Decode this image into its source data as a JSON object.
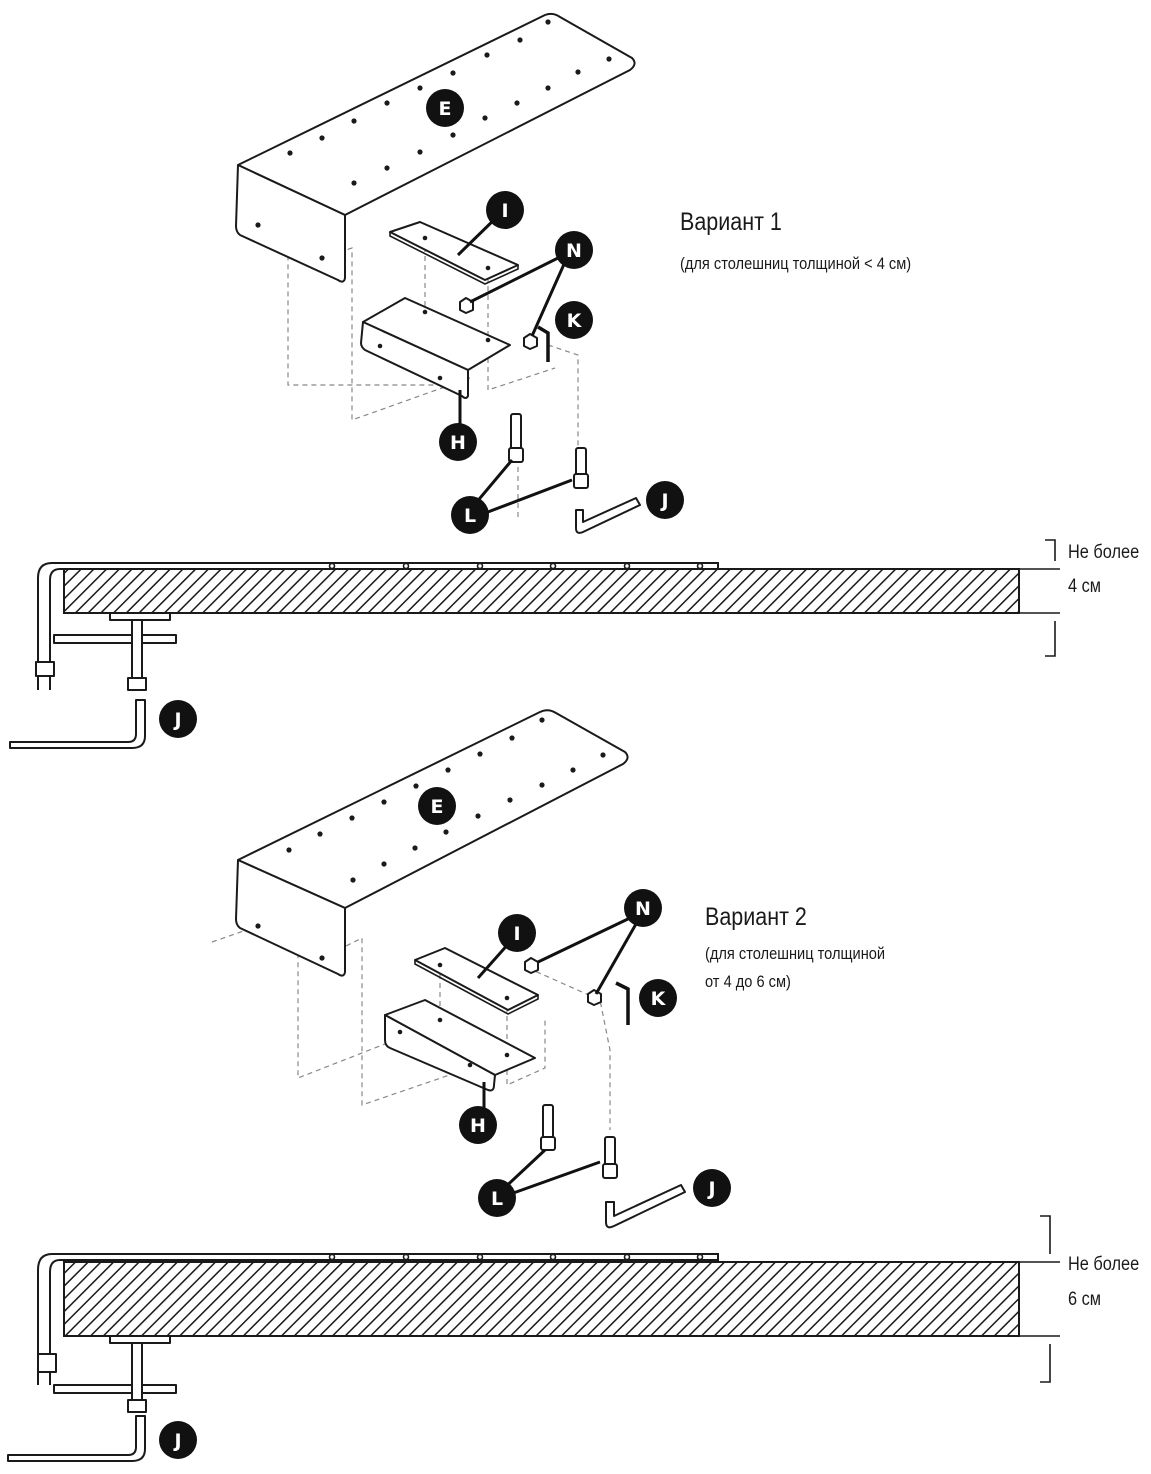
{
  "variant1": {
    "title": "Вариант 1",
    "subtitle": "(для столешниц толщиной < 4 см)",
    "dimension_line1": "Не более",
    "dimension_line2": "4 см"
  },
  "variant2": {
    "title": "Вариант 2",
    "subtitle_line1": "(для столешниц толщиной",
    "subtitle_line2": "от 4 до 6 см)",
    "dimension_line1": "Не более",
    "dimension_line2": "6 см"
  },
  "callouts": {
    "E": "E",
    "I": "I",
    "N": "N",
    "K": "K",
    "H": "H",
    "L": "L",
    "J": "J"
  },
  "colors": {
    "ink": "#1a1a1a",
    "callout_fill": "#111111",
    "dashed": "#888888",
    "background": "#ffffff"
  }
}
